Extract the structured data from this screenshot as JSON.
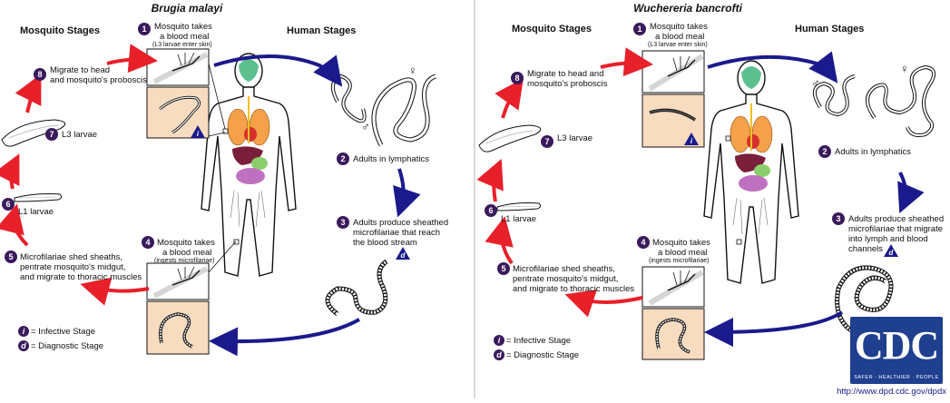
{
  "left": {
    "title": "Brugia malayi",
    "mosquito_heading": "Mosquito Stages",
    "human_heading": "Human Stages",
    "step1": {
      "num": "1",
      "line1": "Mosquito takes",
      "line2": "a blood meal",
      "sub": "(L3 larvae enter skin)"
    },
    "step2": {
      "num": "2",
      "line1": "Adults in lymphatics"
    },
    "step3": {
      "num": "3",
      "line1": "Adults produce sheathed",
      "line2": "microfilariae that reach",
      "line3": "the blood stream"
    },
    "step4": {
      "num": "4",
      "line1": "Mosquito takes",
      "line2": "a blood meal",
      "sub": "(ingests microfilariae)"
    },
    "step5": {
      "num": "5",
      "line1": "Microfilariae shed sheaths,",
      "line2": "pentrate mosquito's midgut,",
      "line3": "and migrate to thoracic muscles"
    },
    "step6": {
      "num": "6",
      "line1": "L1 larvae"
    },
    "step7": {
      "num": "7",
      "line1": "L3 larvae"
    },
    "step8": {
      "num": "8",
      "line1": "Migrate to head",
      "line2": "and mosquito's proboscis"
    },
    "legend": {
      "i_symbol": "i",
      "i_text": "= Infective Stage",
      "d_symbol": "d",
      "d_text": "= Diagnostic Stage"
    },
    "male_symbol": "♂",
    "female_symbol": "♀"
  },
  "right": {
    "title": "Wuchereria bancrofti",
    "mosquito_heading": "Mosquito Stages",
    "human_heading": "Human Stages",
    "step1": {
      "num": "1",
      "line1": "Mosquito takes",
      "line2": "a blood meal",
      "sub": "(L3 larvae enter skin)"
    },
    "step2": {
      "num": "2",
      "line1": "Adults in lymphatics"
    },
    "step3": {
      "num": "3",
      "line1": "Adults produce sheathed",
      "line2": "microfilariae that migrate",
      "line3": "into lymph and blood",
      "line4": "channels"
    },
    "step4": {
      "num": "4",
      "line1": "Mosquito takes",
      "line2": "a blood meal",
      "sub": "(ingests microfilariae)"
    },
    "step5": {
      "num": "5",
      "line1": "Microfilariae shed sheaths,",
      "line2": "pentrate mosquito's midgut,",
      "line3": "and migrate to thoracic muscles"
    },
    "step6": {
      "num": "6",
      "line1": "L1 larvae"
    },
    "step7": {
      "num": "7",
      "line1": "L3 larvae"
    },
    "step8": {
      "num": "8",
      "line1": "Migrate to head and",
      "line2": "mosquito's proboscis"
    },
    "legend": {
      "i_symbol": "i",
      "i_text": "= Infective Stage",
      "d_symbol": "d",
      "d_text": "= Diagnostic Stage"
    },
    "male_symbol": "♂",
    "female_symbol": "♀"
  },
  "logo": {
    "text": "CDC",
    "tagline": "SAFER · HEALTHIER · PEOPLE"
  },
  "url": "http://www.dpd.cdc.gov/dpdx",
  "colors": {
    "mosquito_arrow": "#e8202a",
    "human_arrow": "#1a1a8c",
    "step_circle": "#3a1a5c",
    "stage_triangle": "#1a1a8c",
    "inset_bg": "#f8dcc0"
  }
}
